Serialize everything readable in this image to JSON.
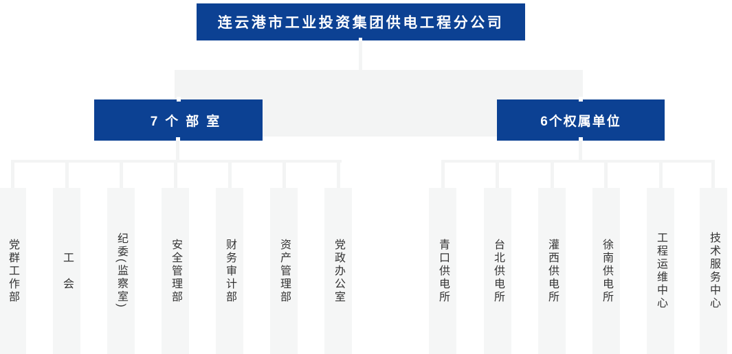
{
  "org": {
    "root": {
      "label": "连云港市工业投资集团供电工程分公司"
    },
    "branches": [
      {
        "id": "departments",
        "label": "7个部室",
        "children": [
          "党群工作部",
          "工　会",
          "纪委(监察室)",
          "安全管理部",
          "财务审计部",
          "资产管理部",
          "党政办公室"
        ]
      },
      {
        "id": "units",
        "label": "6个权属单位",
        "children": [
          "青口供电所",
          "台北供电所",
          "灌西供电所",
          "徐南供电所",
          "工程运维中心",
          "技术服务中心"
        ]
      }
    ]
  },
  "colors": {
    "primary_blue": "#0c4193",
    "connector_gray": "#f3f4f4",
    "leaf_background": "#f5f6f6",
    "leaf_text": "#333333",
    "node_text": "#ffffff"
  }
}
